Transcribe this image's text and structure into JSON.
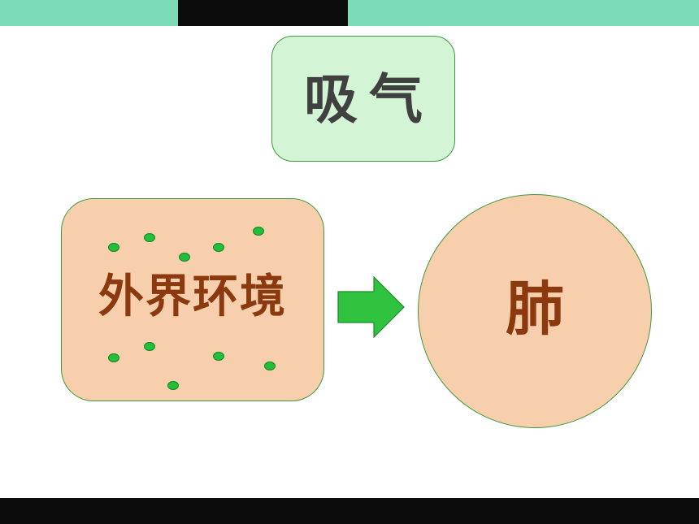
{
  "title": "吸气",
  "environment_label": "外界环境",
  "lung_label": "肺",
  "colors": {
    "top_bar": "#7ddcb8",
    "dark_bar": "#0c0c0c",
    "title_box_fill": "#d3f5d5",
    "node_fill": "#f8cfac",
    "node_text": "#8b3a10",
    "title_text": "#404040",
    "particle": "#22c03a",
    "arrow": "#2fc23f"
  },
  "icons": {
    "arrow": "arrow-right-icon",
    "particle": "air-particle-icon"
  }
}
